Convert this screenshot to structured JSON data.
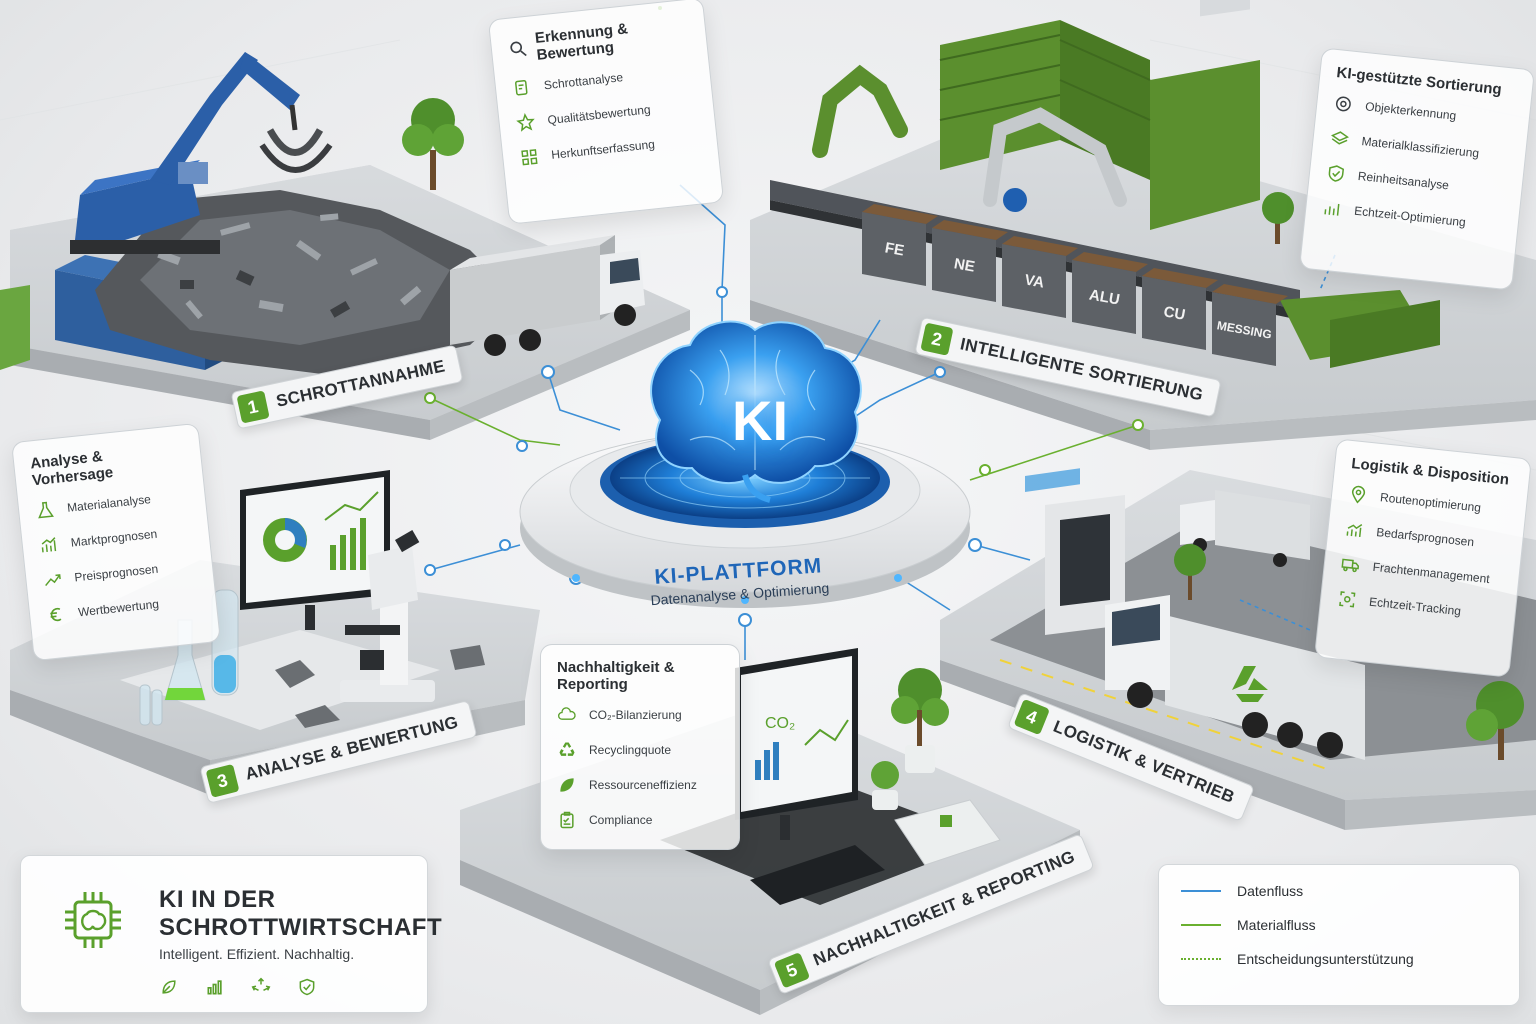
{
  "title_box": {
    "line1": "KI IN DER",
    "line2": "SCHROTTWIRTSCHAFT",
    "tagline": "Intelligent. Effizient. Nachhaltig.",
    "icons": [
      "leaf-icon",
      "bar-chart-icon",
      "recycle-icon",
      "shield-check-icon"
    ]
  },
  "center": {
    "brain_label": "KI",
    "platform_title": "KI-PLATTFORM",
    "platform_subtitle": "Datenanalyse & Optimierung"
  },
  "steps": [
    {
      "number": "1",
      "label": "SCHROTTANNAHME"
    },
    {
      "number": "2",
      "label": "INTELLIGENTE SORTIERUNG"
    },
    {
      "number": "3",
      "label": "ANALYSE & BEWERTUNG"
    },
    {
      "number": "4",
      "label": "LOGISTIK & VERTRIEB"
    },
    {
      "number": "5",
      "label": "NACHHALTIGKEIT & REPORTING"
    }
  ],
  "cards": {
    "erkennung": {
      "title": "Erkennung & Bewertung",
      "items": [
        "Schrottanalyse",
        "Qualitätsbewertung",
        "Herkunftserfassung"
      ]
    },
    "sortierung": {
      "title": "KI-gestützte Sortierung",
      "items": [
        "Objekterkennung",
        "Materialklassifizierung",
        "Reinheitsanalyse",
        "Echtzeit-Optimierung"
      ]
    },
    "analyse": {
      "title": "Analyse & Vorhersage",
      "items": [
        "Materialanalyse",
        "Marktprognosen",
        "Preisprognosen",
        "Wertbewertung"
      ]
    },
    "logistik": {
      "title": "Logistik & Disposition",
      "items": [
        "Routenoptimierung",
        "Bedarfsprognosen",
        "Frachtenmanagement",
        "Echtzeit-Tracking"
      ]
    },
    "nachhaltigkeit": {
      "title": "Nachhaltigkeit & Reporting",
      "items": [
        "CO₂-Bilanzierung",
        "Recyclingquote",
        "Ressourceneffizienz",
        "Compliance"
      ]
    }
  },
  "bins": [
    "FE",
    "NE",
    "VA",
    "ALU",
    "CU",
    "MESSING"
  ],
  "screen_badge": "CO₂",
  "legend": [
    {
      "label": "Datenfluss",
      "style": "solid-blue"
    },
    {
      "label": "Materialfluss",
      "style": "solid-green"
    },
    {
      "label": "Entscheidungsunterstützung",
      "style": "dotted-green"
    }
  ],
  "colors": {
    "accent_green": "#5aa02c",
    "data_blue": "#3c8fd6",
    "brain_blue": "#1e7fe0",
    "excavator_blue": "#2b5fa8",
    "machine_green": "#5b8f2e"
  }
}
